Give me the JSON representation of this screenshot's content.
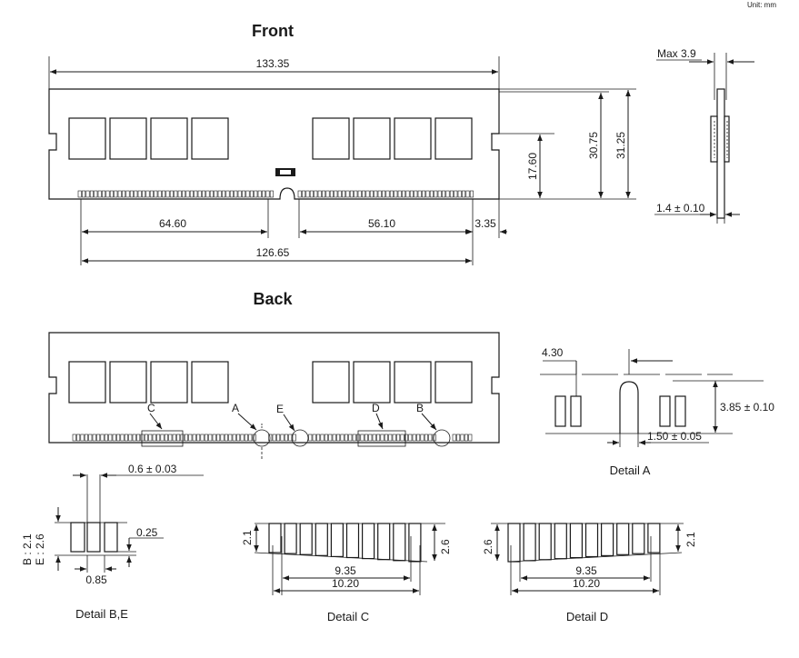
{
  "corner_mark": "Unit: mm",
  "front": {
    "title": "Front",
    "total_length": "133.35",
    "height_30": "30.75",
    "height_31": "31.25",
    "height_17": "17.60",
    "left_notch": "64.60",
    "right_notch": "56.10",
    "edge_offset": "3.35",
    "pin_span": "126.65"
  },
  "side": {
    "max_thickness": "Max 3.9",
    "pcb_thickness": "1.4 ± 0.10"
  },
  "back": {
    "title": "Back",
    "label_a": "A",
    "label_b": "B",
    "label_c": "C",
    "label_d": "D",
    "label_e": "E"
  },
  "detail_a": {
    "caption": "Detail A",
    "width": "4.30",
    "height": "3.85 ± 0.10",
    "notch_width": "1.50 ± 0.05"
  },
  "detail_be": {
    "caption": "Detail B,E",
    "pin_width": "0.6 ± 0.03",
    "vertical_label": "B : 2.1\nE : 2.6",
    "vertical_label_b": "B : 2.1",
    "vertical_label_e": "E : 2.6",
    "gap": "0.25",
    "pitch": "0.85"
  },
  "detail_c": {
    "caption": "Detail C",
    "left_height": "2.1",
    "right_height": "2.6",
    "span_inner": "9.35",
    "span_outer": "10.20"
  },
  "detail_d": {
    "caption": "Detail D",
    "left_height": "2.6",
    "right_height": "2.1",
    "span_inner": "9.35",
    "span_outer": "10.20"
  }
}
